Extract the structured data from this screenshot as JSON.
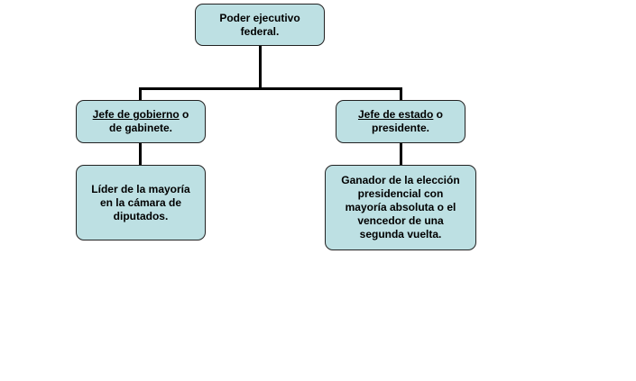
{
  "root": {
    "text": "Poder ejecutivo federal."
  },
  "left": {
    "title": "Jefe de gobierno",
    "suffix": " o de gabinete.",
    "detail": "Líder de la mayoría en la cámara de diputados."
  },
  "right": {
    "title": "Jefe de estado",
    "suffix": " o presidente.",
    "detail": "Ganador de la elección presidencial con mayoría absoluta o el vencedor de una segunda vuelta."
  },
  "colors": {
    "box_fill": "#bde0e3",
    "line": "#000000"
  }
}
